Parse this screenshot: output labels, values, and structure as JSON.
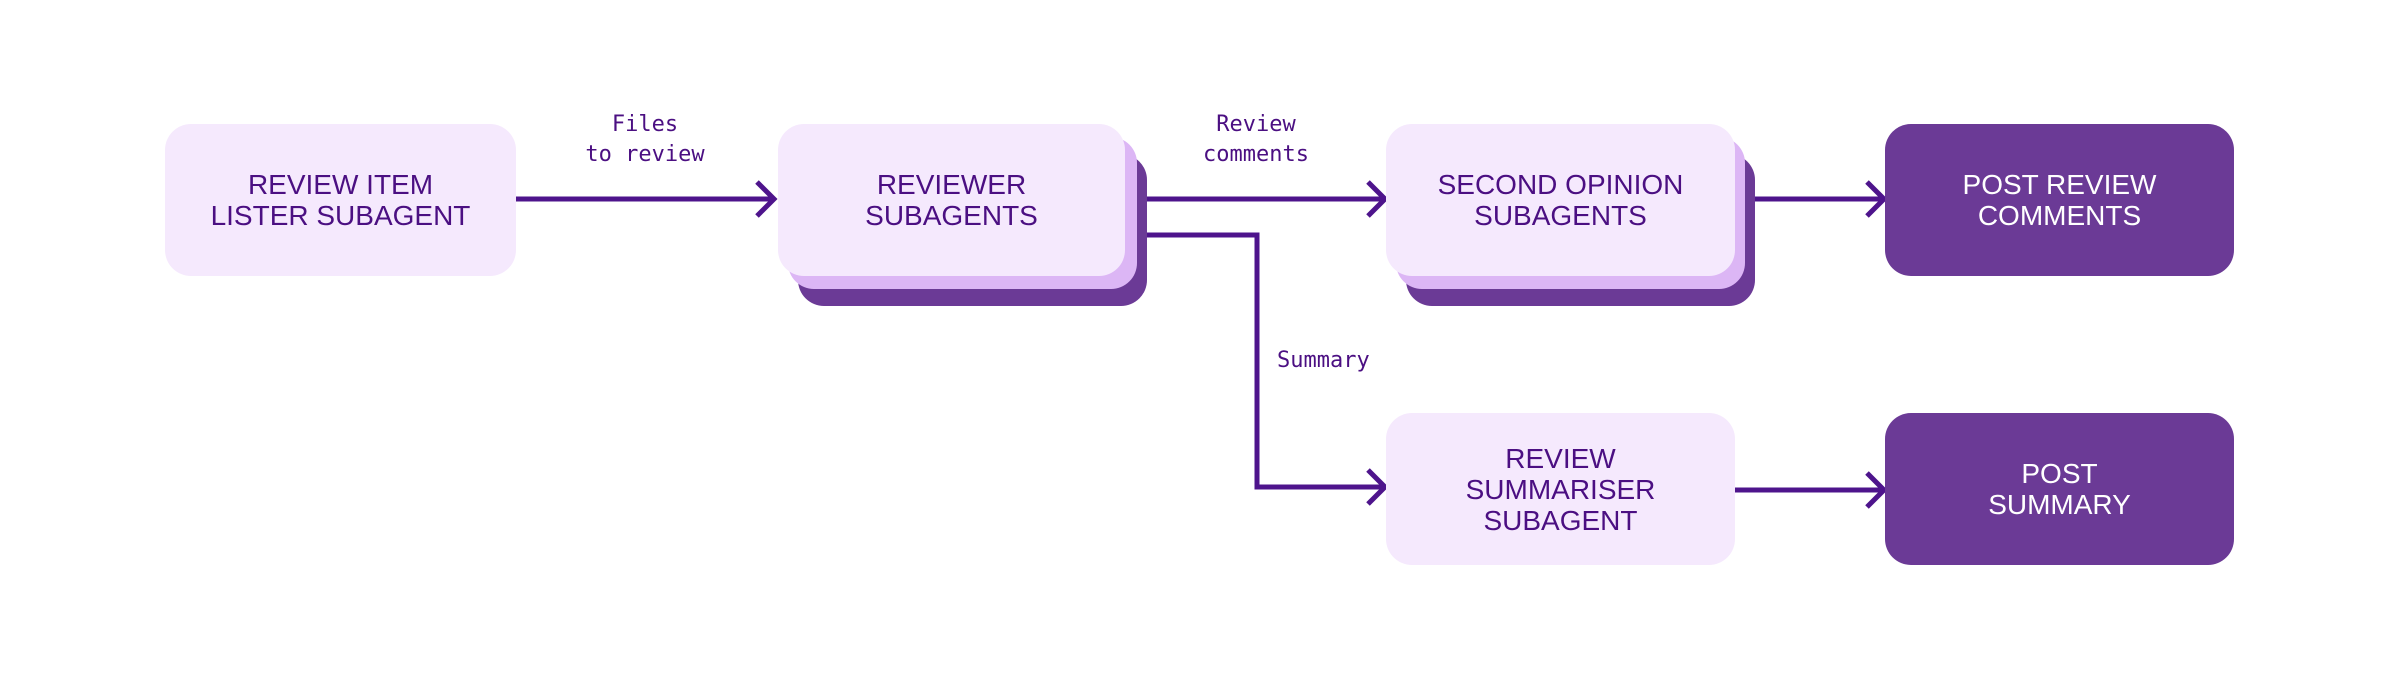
{
  "nodes": {
    "lister": "REVIEW ITEM\nLISTER SUBAGENT",
    "reviewer": "REVIEWER\nSUBAGENTS",
    "second_opinion": "SECOND OPINION\nSUBAGENTS",
    "post_comments": "POST REVIEW\nCOMMENTS",
    "summariser": "REVIEW\nSUMMARISER\nSUBAGENT",
    "post_summary": "POST\nSUMMARY"
  },
  "edges": {
    "files": "Files\nto review",
    "comments": "Review\ncomments",
    "summary": "Summary"
  },
  "colors": {
    "light": "#f5e9fd",
    "stack": "#dcb6f5",
    "dark": "#6b3a96",
    "text": "#4b0f82",
    "line": "#4e148c"
  }
}
